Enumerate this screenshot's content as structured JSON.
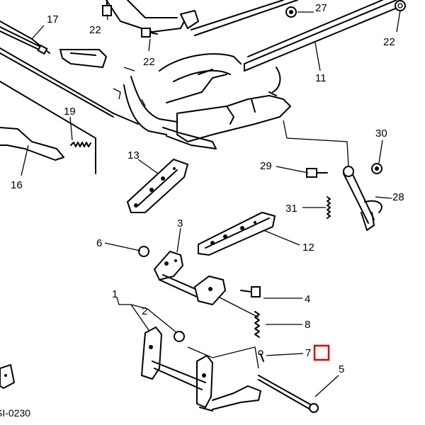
{
  "diagram": {
    "drawing_code": "SI-0230",
    "selection_color": "#e00000",
    "callouts": [
      {
        "key": "n1",
        "label": "1"
      },
      {
        "key": "n2",
        "label": "2"
      },
      {
        "key": "n3",
        "label": "3"
      },
      {
        "key": "n4",
        "label": "4"
      },
      {
        "key": "n5",
        "label": "5"
      },
      {
        "key": "n6",
        "label": "6"
      },
      {
        "key": "n7",
        "label": "7"
      },
      {
        "key": "n8",
        "label": "8"
      },
      {
        "key": "n11",
        "label": "11"
      },
      {
        "key": "n12",
        "label": "12"
      },
      {
        "key": "n13",
        "label": "13"
      },
      {
        "key": "n16",
        "label": "16"
      },
      {
        "key": "n17",
        "label": "17"
      },
      {
        "key": "n19",
        "label": "19"
      },
      {
        "key": "n22a",
        "label": "22"
      },
      {
        "key": "n22b",
        "label": "22"
      },
      {
        "key": "n22c",
        "label": "22"
      },
      {
        "key": "n27",
        "label": "27"
      },
      {
        "key": "n28",
        "label": "28"
      },
      {
        "key": "n29",
        "label": "29"
      },
      {
        "key": "n30",
        "label": "30"
      },
      {
        "key": "n31",
        "label": "31"
      }
    ]
  },
  "labels": {
    "n1": "1",
    "n2": "2",
    "n3": "3",
    "n4": "4",
    "n5": "5",
    "n6": "6",
    "n7": "7",
    "n8": "8",
    "n11": "11",
    "n12": "12",
    "n13": "13",
    "n16": "16",
    "n17": "17",
    "n19": "19",
    "n22a": "22",
    "n22b": "22",
    "n22c": "22",
    "n27": "27",
    "n28": "28",
    "n29": "29",
    "n30": "30",
    "n31": "31",
    "code": "SI-0230"
  }
}
